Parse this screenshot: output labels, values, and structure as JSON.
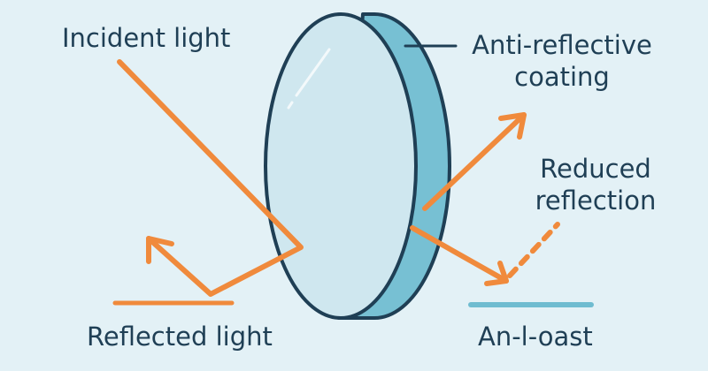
{
  "labels": {
    "incident": "Incident light",
    "coating_line1": "Anti-reflective",
    "coating_line2": "coating",
    "reduced_line1": "Reduced",
    "reduced_line2": "reflection",
    "reflected": "Reflected light",
    "bottom_right": "An-l-oast"
  },
  "colors": {
    "background": "#e3f1f6",
    "ray": "#f08a3c",
    "lens_face": "#cfe7ef",
    "lens_edge": "#77c0d3",
    "outline": "#1f3f55",
    "coating_bar": "#6fbcd0",
    "text": "#1f3f55"
  }
}
